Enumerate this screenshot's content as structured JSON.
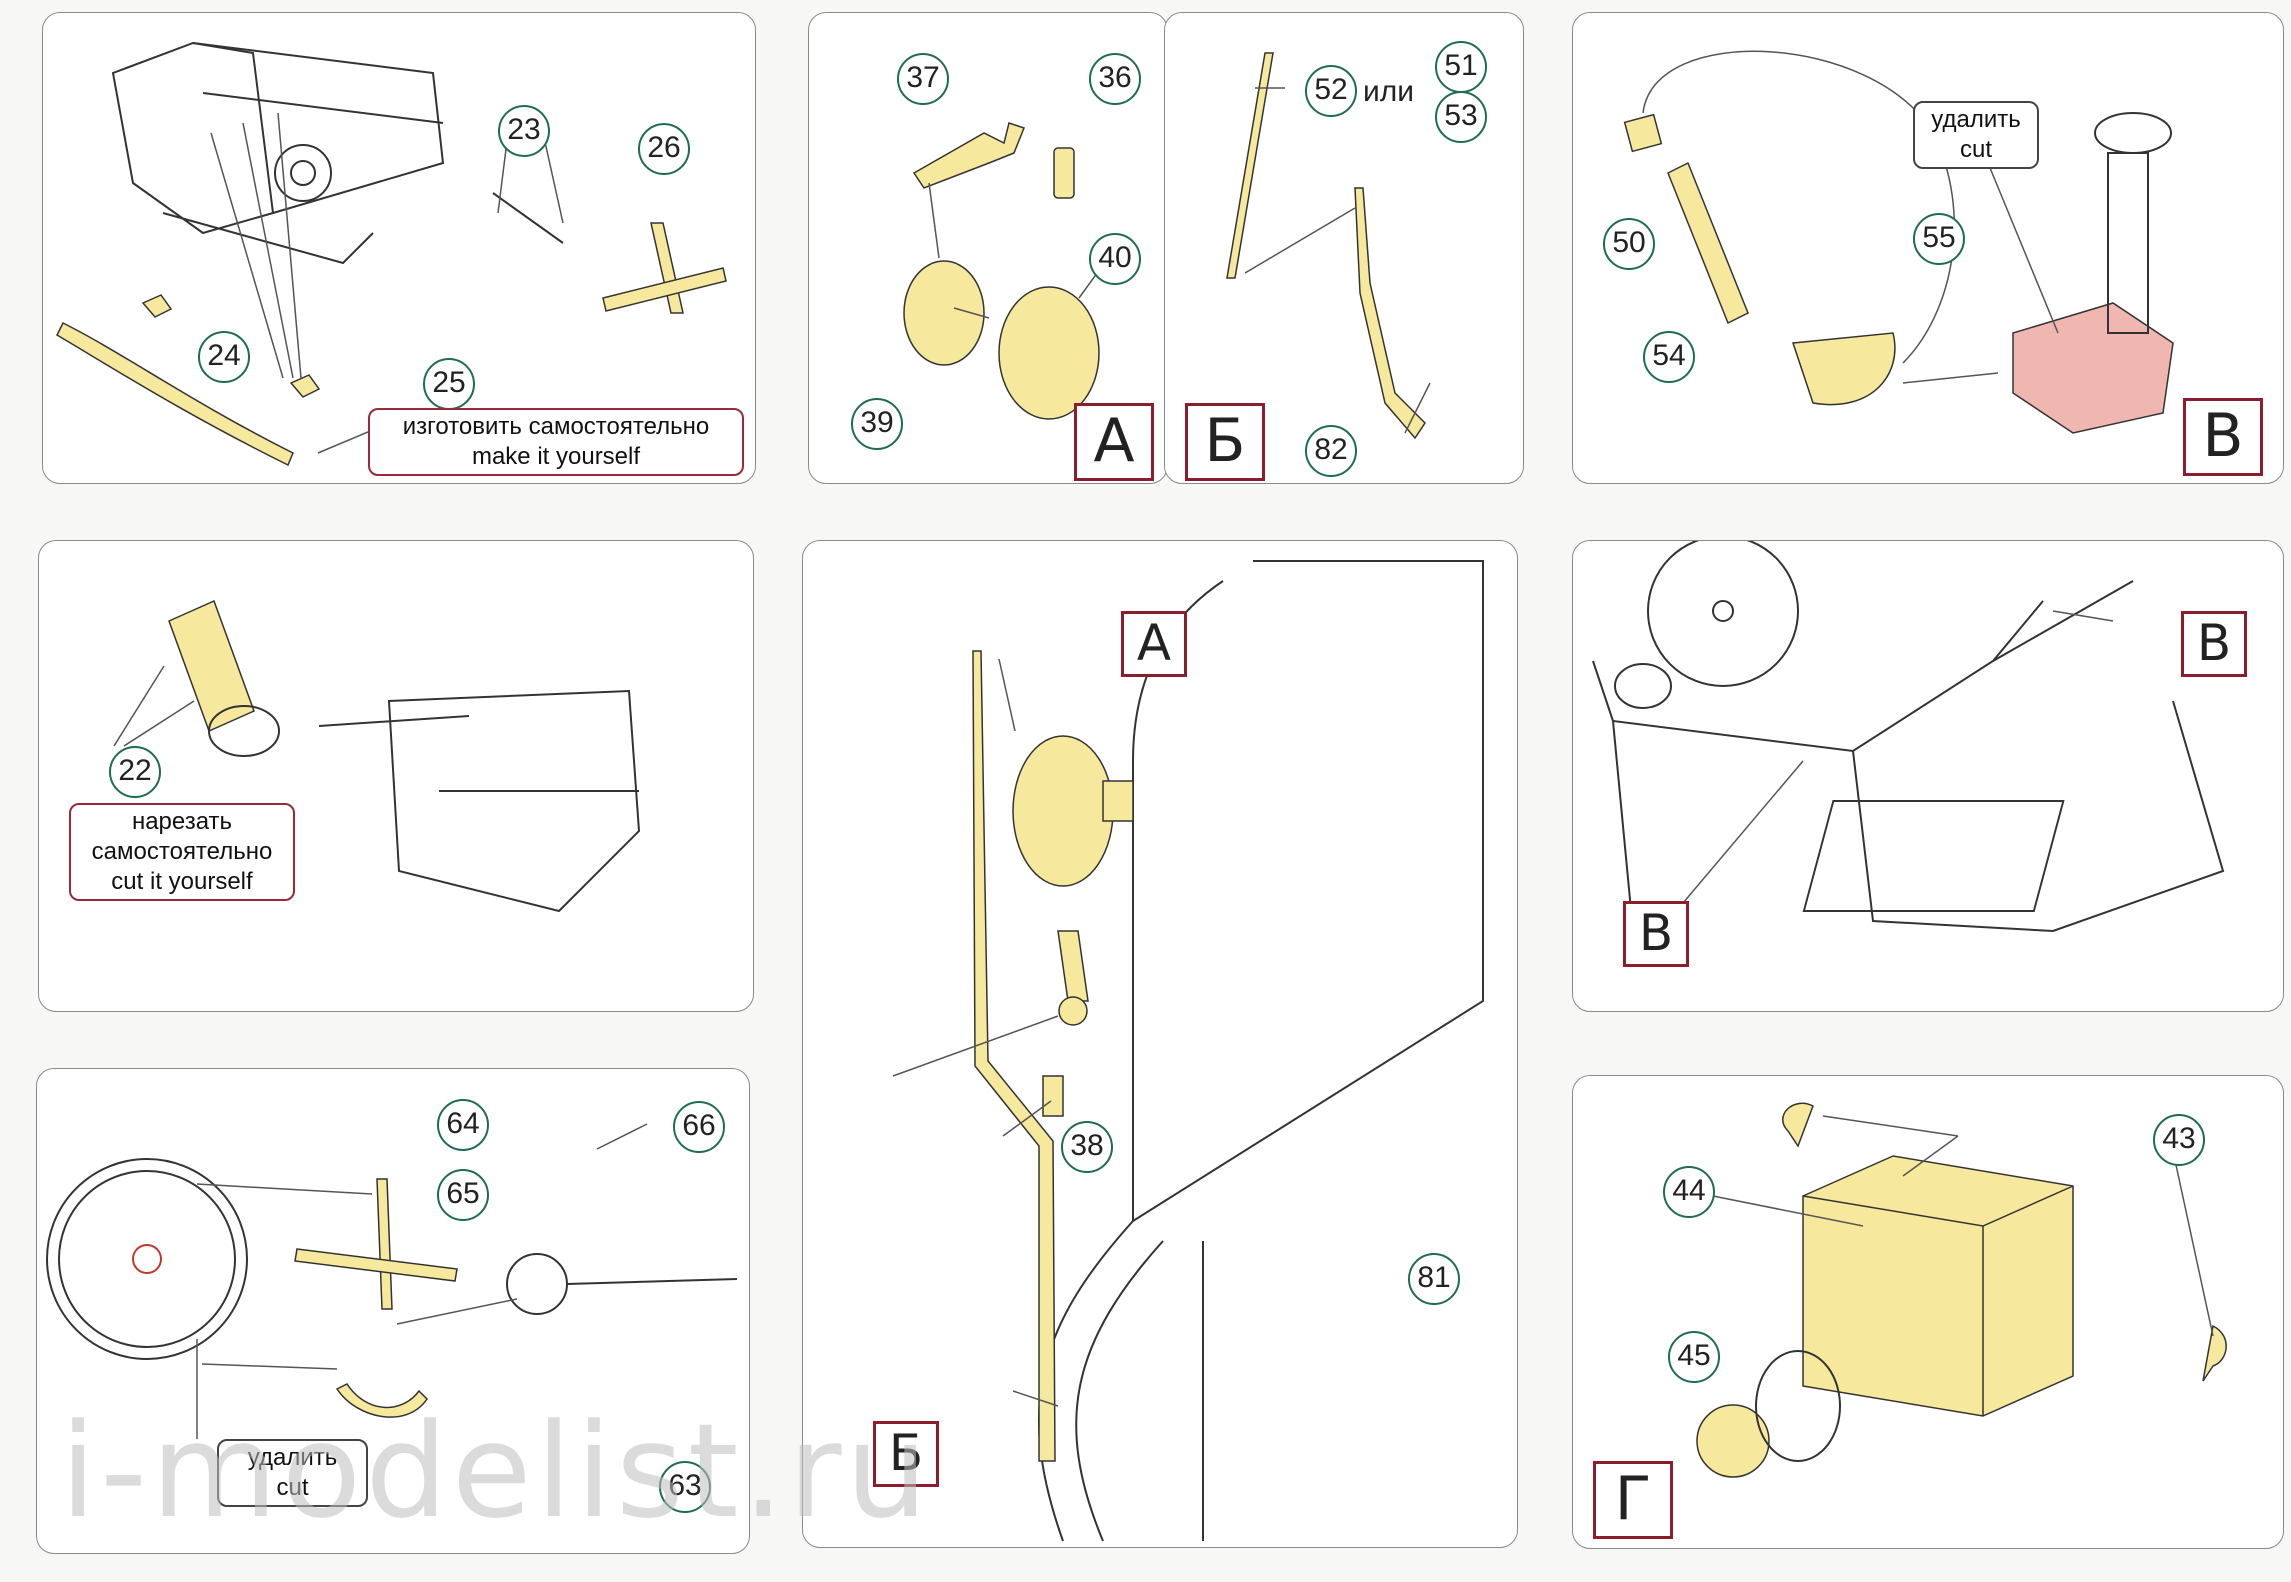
{
  "panels": {
    "p1": {
      "parts": [
        "23",
        "26",
        "24",
        "25"
      ],
      "note_ru": "изготовить самостоятельно",
      "note_en": "make it yourself"
    },
    "p2": {
      "parts": [
        "37",
        "36",
        "40",
        "39"
      ],
      "letter": "А"
    },
    "p3": {
      "parts": [
        "52",
        "51",
        "53",
        "82"
      ],
      "or_text": "или",
      "letter": "Б"
    },
    "p4": {
      "parts": [
        "50",
        "55",
        "54"
      ],
      "note_ru": "удалить",
      "note_en": "cut",
      "letter": "В"
    },
    "p5": {
      "parts": [
        "22"
      ],
      "note_ru1": "нарезать",
      "note_ru2": "самостоятельно",
      "note_en": "cut it yourself"
    },
    "p6": {
      "parts": [
        "38",
        "81"
      ],
      "letter_top": "А",
      "letter_bottom": "Б"
    },
    "p7": {
      "letter_top": "В",
      "letter_bottom": "В"
    },
    "p8": {
      "parts": [
        "64",
        "66",
        "65",
        "63"
      ],
      "note_ru": "удалить",
      "note_en": "cut"
    },
    "p9": {
      "parts": [
        "43",
        "44",
        "45"
      ],
      "letter": "Г"
    }
  },
  "watermark": "i-modelist.ru",
  "colors": {
    "part_fill": "#f6e89c",
    "callout_ring": "#1f6b55",
    "letter_frame": "#8b1d2c",
    "pink_part": "#f0b7b0"
  }
}
